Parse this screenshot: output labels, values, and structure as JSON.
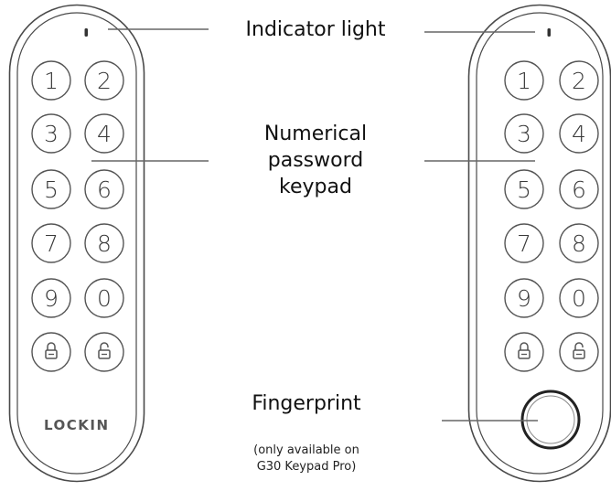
{
  "labels": {
    "indicator": "Indicator light",
    "keypad_line1": "Numerical",
    "keypad_line2": "password",
    "keypad_line3": "keypad",
    "fingerprint": "Fingerprint",
    "note_line1": "(only available on",
    "note_line2": "G30 Keypad Pro)"
  },
  "devices": [
    {
      "brand": "LOCKIN",
      "keys": [
        "1",
        "2",
        "3",
        "4",
        "5",
        "6",
        "7",
        "8",
        "9",
        "0",
        "lock",
        "unlock"
      ]
    },
    {
      "keys": [
        "1",
        "2",
        "3",
        "4",
        "5",
        "6",
        "7",
        "8",
        "9",
        "0",
        "lock",
        "unlock"
      ],
      "fingerprint_sensor": true
    }
  ],
  "colors": {
    "outline": "#4a4a4a",
    "key_outline": "#555555",
    "leader_line": "#666666"
  }
}
